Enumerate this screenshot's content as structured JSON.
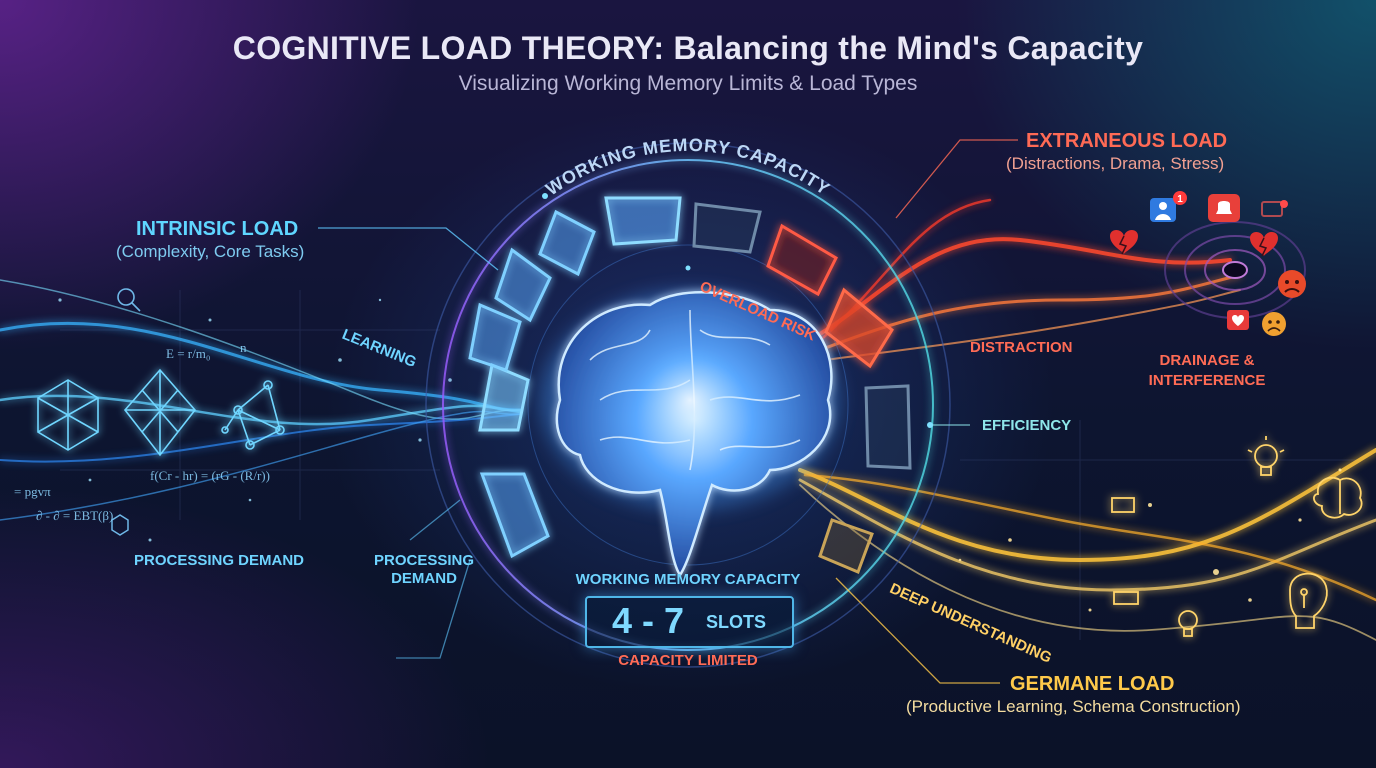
{
  "title": "COGNITIVE LOAD THEORY: Balancing the Mind's Capacity",
  "subtitle": "Visualizing Working Memory Limits & Load Types",
  "ring_label": "WORKING MEMORY CAPACITY",
  "intrinsic": {
    "heading": "INTRINSIC LOAD",
    "detail": "(Complexity, Core Tasks)",
    "labels": [
      "LEARNING",
      "PROCESSING DEMAND",
      "PROCESSING DEMAND"
    ]
  },
  "extraneous": {
    "heading": "EXTRANEOUS LOAD",
    "detail": "(Distractions, Drama, Stress)",
    "labels": [
      "OVERLOAD RISK",
      "DISTRACTION",
      "DRAINAGE &",
      "INTERFERENCE"
    ],
    "icon_badge": "1"
  },
  "germane": {
    "heading": "GERMANE LOAD",
    "detail": "(Productive Learning, Schema Construction)",
    "labels": [
      "DEEP UNDERSTANDING",
      "EFFICIENCY"
    ]
  },
  "capacity": {
    "heading": "WORKING MEMORY CAPACITY",
    "slots_number": "4 - 7",
    "slots_word": "SLOTS",
    "note": "CAPACITY LIMITED"
  },
  "formulas": [
    "E = r/m₀",
    "n",
    "= pgvπ",
    "∂ - ∂ = EBT(β)",
    "f(Cr - hr) = (rG - (R/r))"
  ],
  "colors": {
    "intrinsic": "#5fd6ff",
    "extraneous": "#ff5a45",
    "germane": "#ffc94a",
    "brain": "#8fd0ff"
  },
  "icons": [
    "magnifier-icon",
    "wireframe-cube-icon",
    "network-icon",
    "profile-notification-icon",
    "bell-icon",
    "message-icon",
    "broken-heart-icon",
    "angry-face-icon",
    "sad-face-icon",
    "heart-icon",
    "lightbulb-icon",
    "brain-icon",
    "circuit-head-icon",
    "brain-main-icon"
  ]
}
